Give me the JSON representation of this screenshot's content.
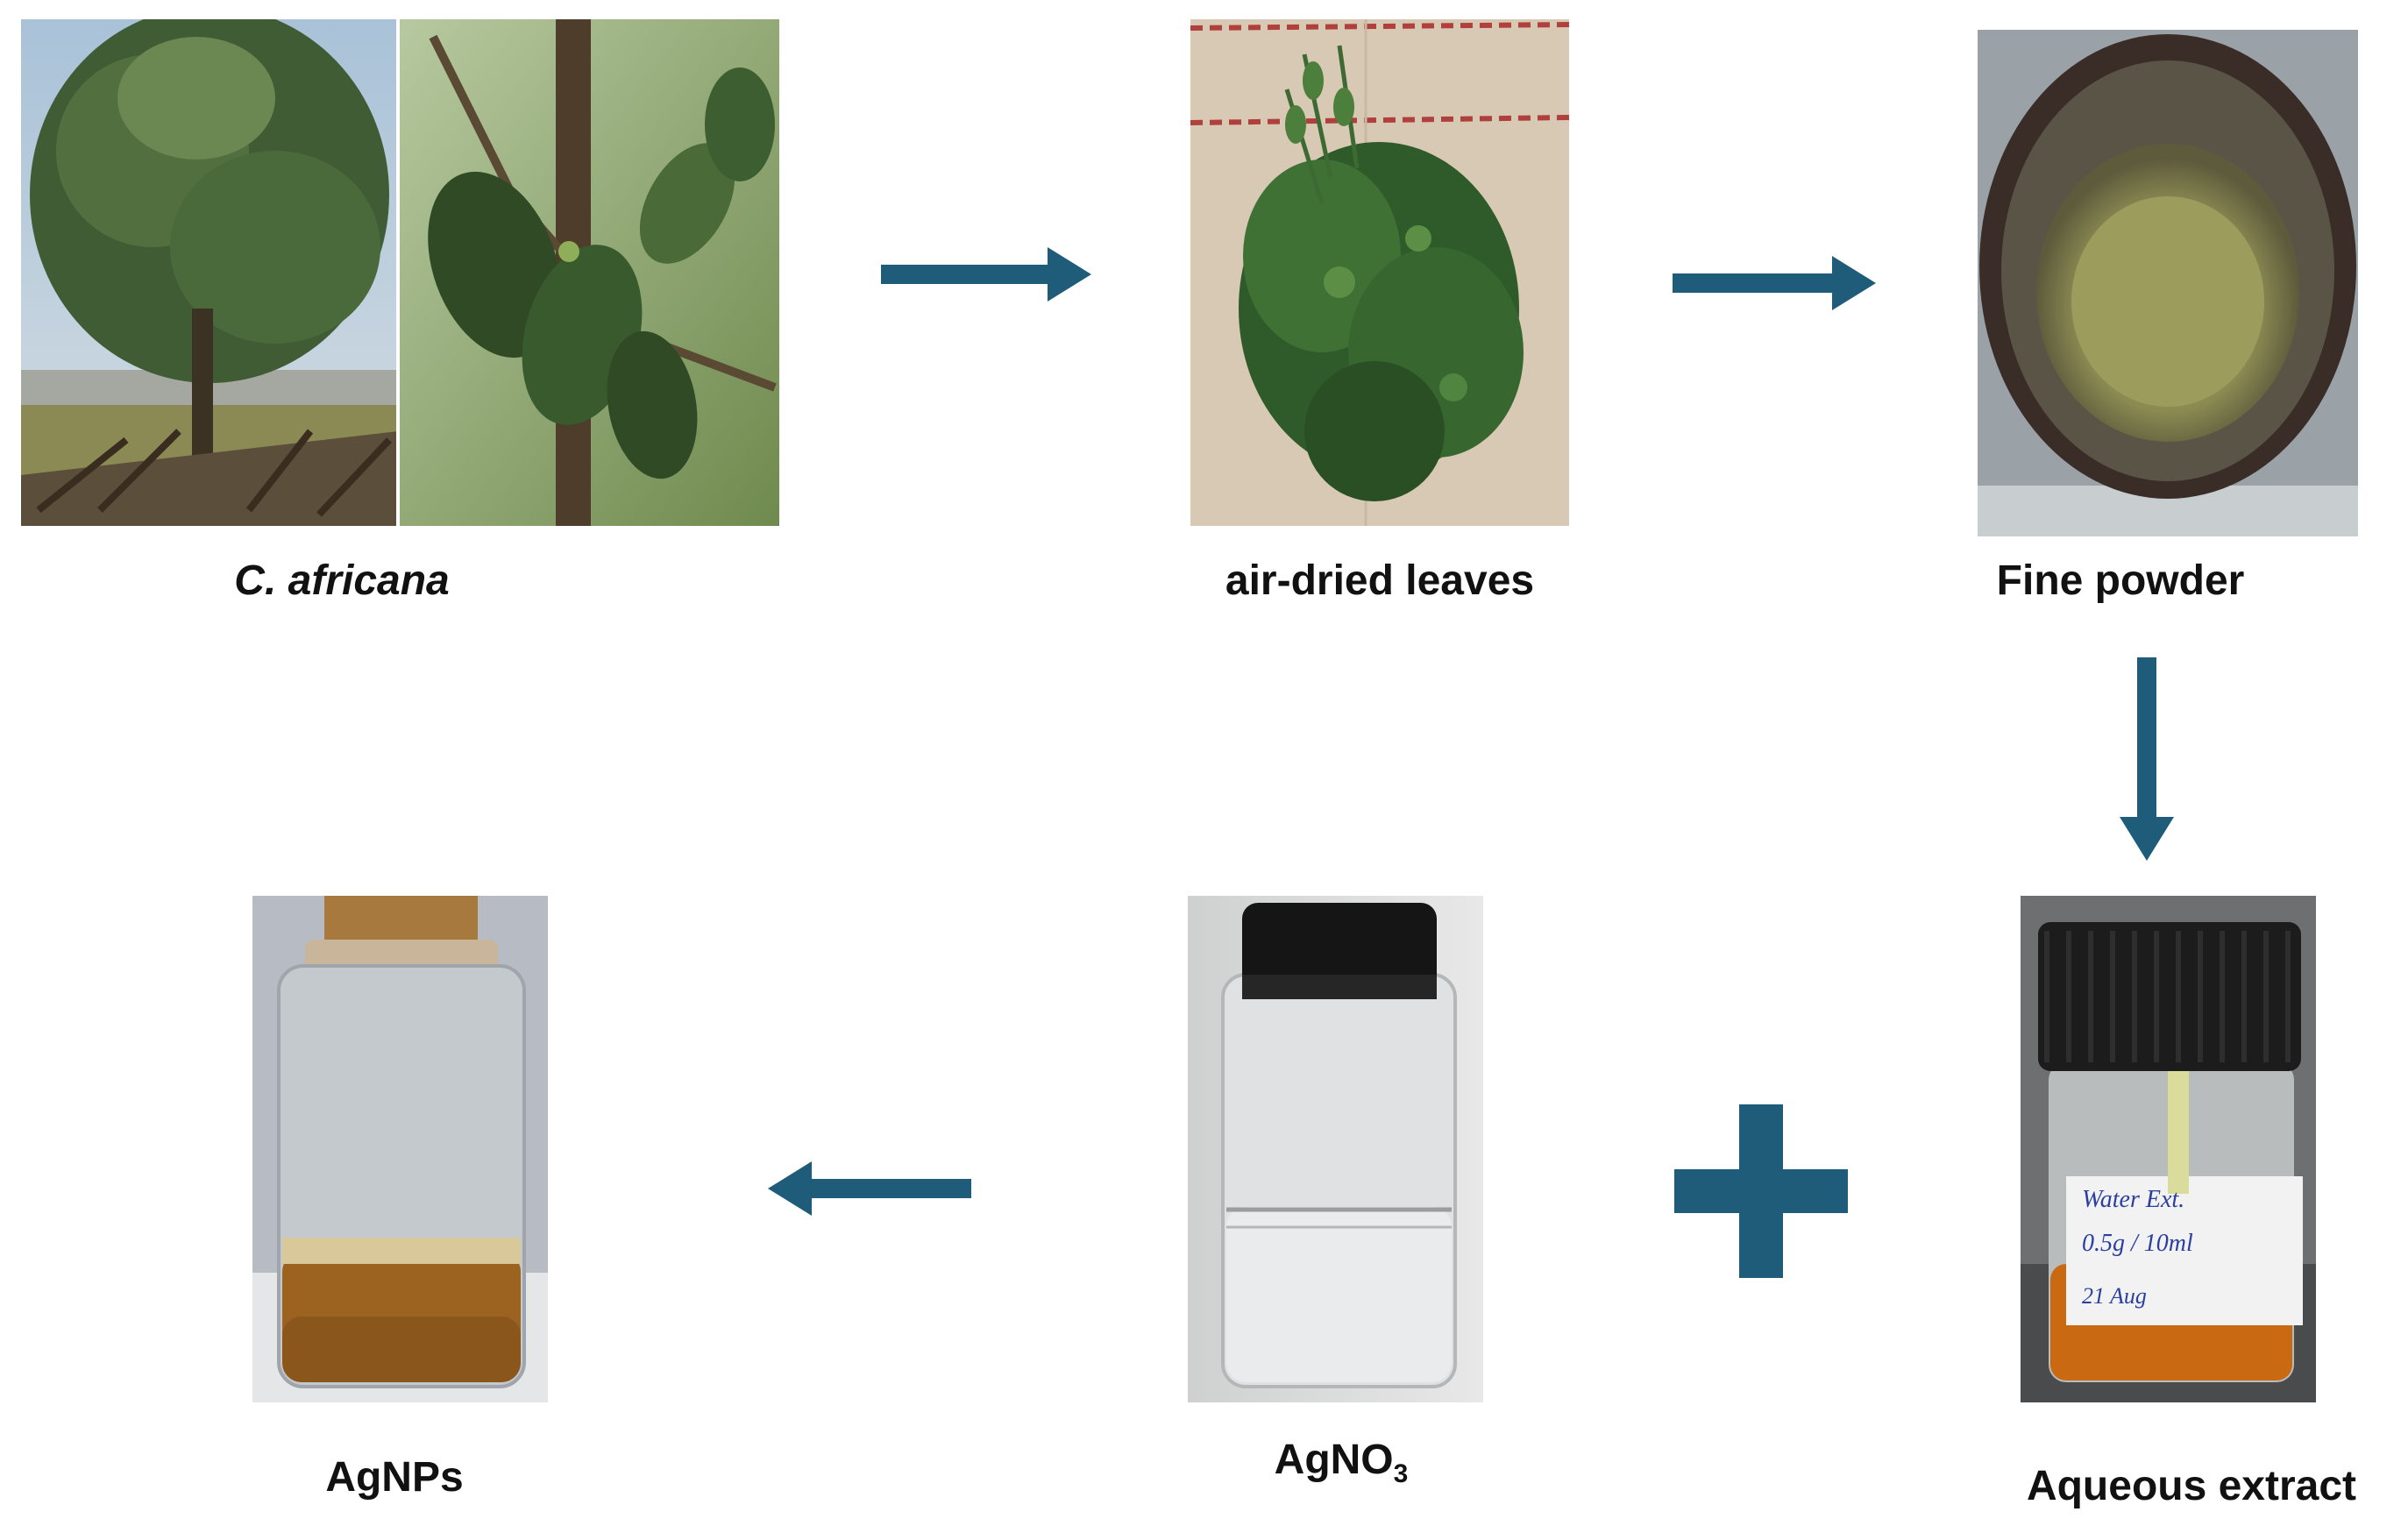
{
  "colors": {
    "arrow": "#1f5c7a",
    "plus": "#1f5c7a",
    "text": "#111111"
  },
  "steps": [
    {
      "id": "plant",
      "label": "C. africana"
    },
    {
      "id": "dried",
      "label": "air-dried leaves"
    },
    {
      "id": "powder",
      "label": "Fine powder"
    },
    {
      "id": "extract",
      "label": "Aqueous extract",
      "vial_text": [
        "Water Ext.",
        "0.5g / 10ml",
        "21 Aug"
      ]
    },
    {
      "id": "agno3",
      "label_main": "AgNO",
      "label_sub": "3"
    },
    {
      "id": "agnps",
      "label": "AgNPs"
    }
  ],
  "icons": [
    "arrow-right-icon",
    "arrow-down-icon",
    "arrow-left-icon",
    "plus-icon"
  ]
}
